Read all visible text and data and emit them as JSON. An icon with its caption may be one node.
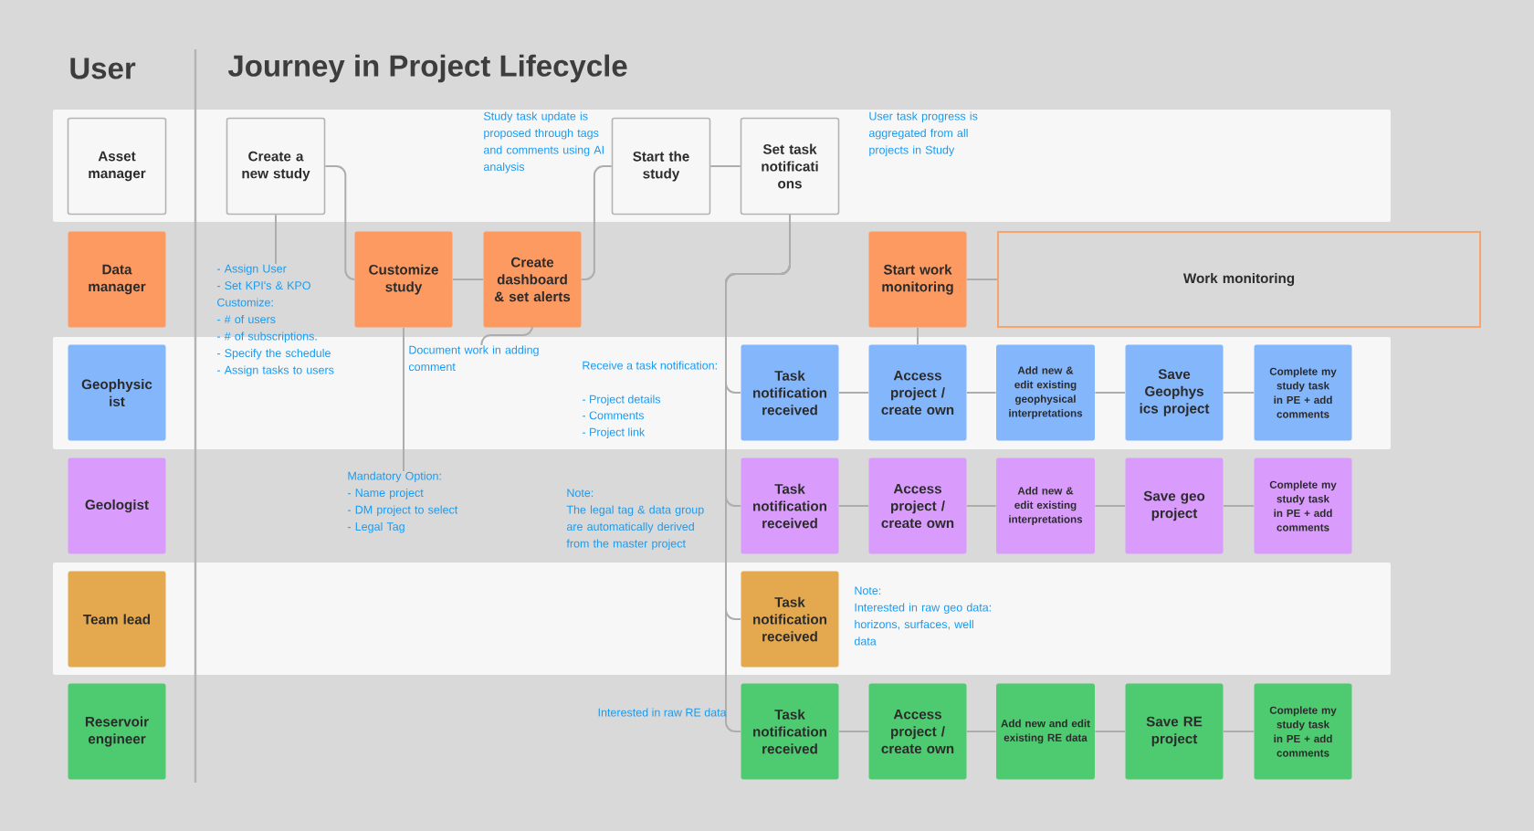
{
  "diagram": {
    "title": "Journey in Project Lifecycle",
    "nodes": [
      {
        "text": [
          "Asset manager"
        ]
      },
      {
        "text": [
          "Create a new study"
        ]
      },
      {
        "text": [
          "Start the study"
        ]
      },
      {
        "text": [
          "Set task notificati ons"
        ]
      },
      {
        "text": [
          "Data manager"
        ]
      },
      {
        "text": [
          "Customize study"
        ]
      },
      {
        "text": [
          "Create dashboard & set alerts"
        ]
      },
      {
        "text": [
          "Start work monitoring"
        ]
      },
      {
        "text": [
          "Work monitoring"
        ]
      },
      {
        "text": [
          "- Assign User",
          "- Set KPI's & KPO",
          "Customize:",
          "- # of users",
          "- # of subscriptions.",
          "- Specify the schedule",
          "- Assign tasks to users"
        ]
      },
      {
        "text": [
          "Document work in adding comment"
        ]
      },
      {
        "text": [
          "Geophysic ist"
        ]
      },
      {
        "text": [
          "Task notification received"
        ]
      },
      {
        "text": [
          "Access project / create own"
        ]
      },
      {
        "text": [
          "Add new & edit existing geophysical interpretations"
        ]
      },
      {
        "text": [
          "Save Geophys ics project"
        ]
      },
      {
        "text": [
          "Complete my study task in PE + add comments"
        ]
      },
      {
        "text": [
          "Mandatory Option:",
          "- Name project",
          "- DM project to select",
          "- Legal Tag"
        ]
      },
      {
        "text": [
          "Geologist"
        ]
      },
      {
        "text": [
          "Task notification received"
        ]
      },
      {
        "text": [
          "Access project / create own"
        ]
      },
      {
        "text": [
          "Add new & edit existing interpretations"
        ]
      },
      {
        "text": [
          "Save geo project"
        ]
      },
      {
        "text": [
          "Complete my study task in PE + add comments"
        ]
      },
      {
        "text": [
          "Team lead"
        ]
      },
      {
        "text": [
          "Task notification received"
        ]
      },
      {
        "text": [
          "Reservoir engineer"
        ]
      },
      {
        "text": [
          "Task notification received"
        ]
      },
      {
        "text": [
          "Access project / create own"
        ]
      },
      {
        "text": [
          "Add new and edit existing RE data"
        ]
      },
      {
        "text": [
          "Save RE project"
        ]
      },
      {
        "text": [
          "Complete my study task in PE + add comments"
        ]
      }
    ],
    "edges": [
      {
        "from": 1,
        "to": 5,
        "arrow": "none"
      },
      {
        "from": 5,
        "to": 6,
        "arrow": "none"
      },
      {
        "from": 6,
        "to": 2,
        "arrow": "none"
      },
      {
        "from": 2,
        "to": 3,
        "arrow": "none"
      },
      {
        "from": 3,
        "to": 12,
        "arrow": "none"
      },
      {
        "from": 3,
        "to": 19,
        "arrow": "none"
      },
      {
        "from": 3,
        "to": 25,
        "arrow": "none"
      },
      {
        "from": 3,
        "to": 27,
        "arrow": "none"
      },
      {
        "from": 7,
        "to": 8,
        "arrow": "none"
      },
      {
        "from": 7,
        "to": 13,
        "arrow": "none"
      },
      {
        "from": 12,
        "to": 13,
        "arrow": "none"
      },
      {
        "from": 13,
        "to": 14,
        "arrow": "none"
      },
      {
        "from": 14,
        "to": 15,
        "arrow": "none"
      },
      {
        "from": 15,
        "to": 16,
        "arrow": "none"
      },
      {
        "from": 19,
        "to": 20,
        "arrow": "none"
      },
      {
        "from": 20,
        "to": 21,
        "arrow": "none"
      },
      {
        "from": 21,
        "to": 22,
        "arrow": "none"
      },
      {
        "from": 22,
        "to": 23,
        "arrow": "none"
      },
      {
        "from": 27,
        "to": 28,
        "arrow": "none"
      },
      {
        "from": 28,
        "to": 29,
        "arrow": "none"
      },
      {
        "from": 29,
        "to": 30,
        "arrow": "none"
      },
      {
        "from": 30,
        "to": 31,
        "arrow": "none"
      },
      {
        "from": 9,
        "to": 1,
        "arrow": "none"
      },
      {
        "from": 17,
        "to": 5,
        "arrow": "none"
      },
      {
        "from": 10,
        "to": 6,
        "arrow": "none"
      }
    ],
    "labels": [
      "User",
      "Study task update is proposed through tags and comments using AI analysis",
      "User task progress is aggregated from all projects in Study",
      "Receive a task notification:",
      "- Project details",
      "- Comments",
      "- Project link",
      "Note:",
      "The legal tag & data group are automatically derived from the master project",
      "Note:",
      "Interested in raw geo data: horizons, surfaces, well data",
      "Interested in raw RE data"
    ]
  }
}
